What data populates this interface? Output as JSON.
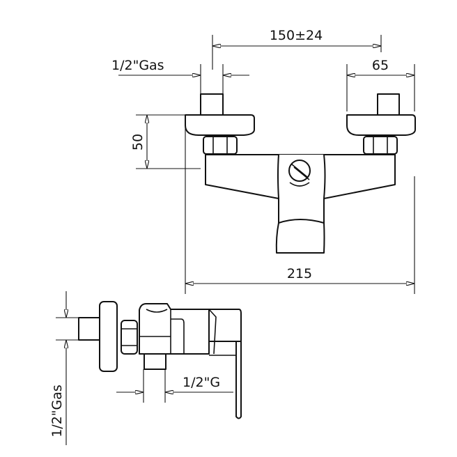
{
  "drawing": {
    "front_view": {
      "dim_center_distance": "150±24",
      "dim_inlet_thread": "1/2\"Gas",
      "dim_escutcheon": "65",
      "dim_height": "50",
      "dim_total_width": "215"
    },
    "side_view": {
      "dim_outlet_thread": "1/2\"G",
      "dim_inlet_thread": "1/2\"Gas"
    },
    "line_color": "#111111"
  }
}
